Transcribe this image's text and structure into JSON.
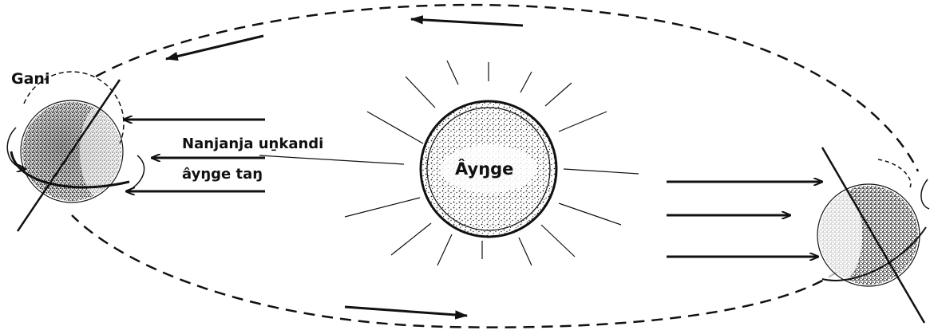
{
  "labels": {
    "earth": "Gani",
    "rays_line1": "Nanjanja uṉkandi",
    "rays_line2": "âyŋge taŋ",
    "sun": "Âyŋge"
  },
  "colors": {
    "ink": "#111111",
    "background": "#ffffff",
    "texture": "#222222"
  },
  "icons": {
    "sun": "sun-icon",
    "earth": "earth-globe-icon",
    "orbit": "dashed-ellipse",
    "sunlight": "arrow-icon"
  }
}
